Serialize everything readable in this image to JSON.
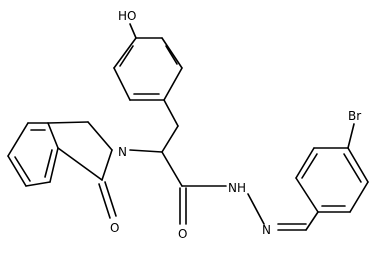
{
  "molecule": {
    "labels": {
      "hydroxyl": "HO",
      "ring_nitrogen": "N",
      "carbonyl_oxygen_ring": "O",
      "carbonyl_oxygen_amide": "O",
      "hydrazide_nh": "NH",
      "imine_nitrogen": "N",
      "bromine": "Br"
    }
  }
}
